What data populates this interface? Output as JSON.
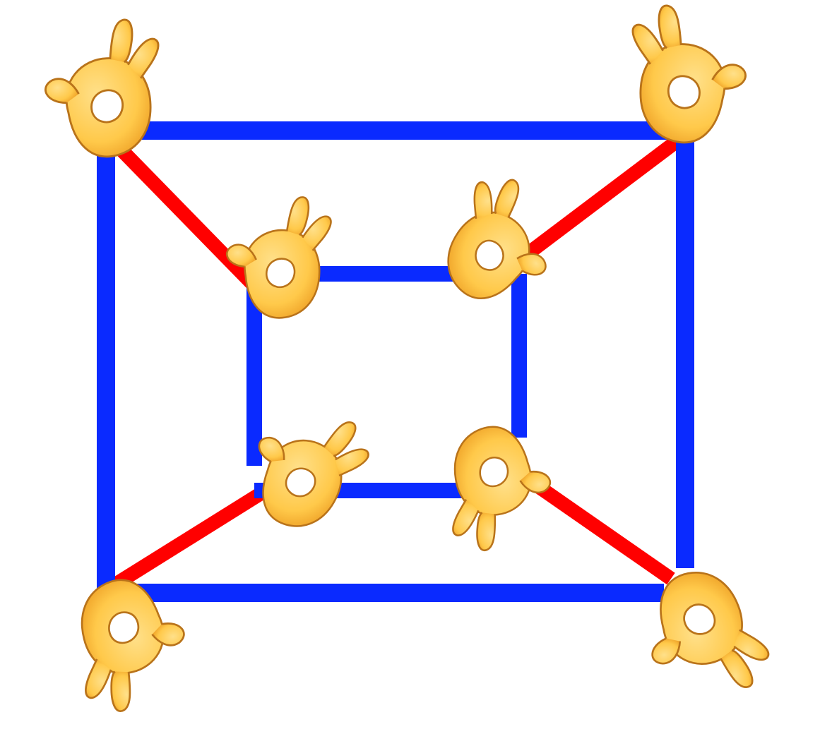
{
  "colors": {
    "background": "#ffffff",
    "outer_square": "#0a2aff",
    "inner_square": "#0a2aff",
    "connectors": "#ff0000",
    "hand_fill": "#ffc94a",
    "hand_highlight": "#ffe08a",
    "hand_outline": "#b9731a"
  },
  "diagram": {
    "shape": "cube wireframe",
    "outer_square_edges": 4,
    "inner_square_edges": 4,
    "connector_edges": 4,
    "vertex_icon": "ok-hand-circle-gesture-icon",
    "vertex_count": 8
  }
}
